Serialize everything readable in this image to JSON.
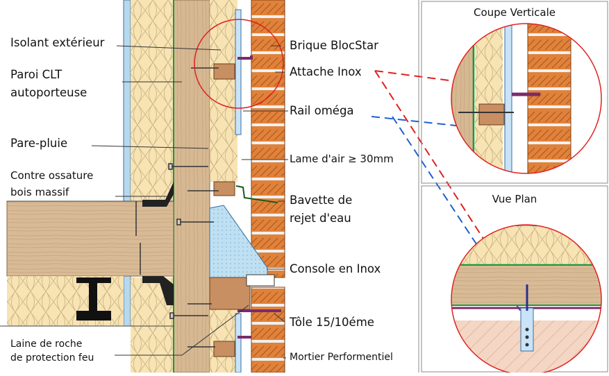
{
  "labels": {
    "isolant": "Isolant extérieur",
    "paroi_line1": "Paroi  CLT",
    "paroi_line2": "autoporteuse",
    "pare_pluie": "Pare-pluie",
    "contre_line1": "Contre ossature",
    "contre_line2": "bois massif",
    "laine_line1": "Laine de roche",
    "laine_line2": "de protection feu",
    "brique": "Brique BlocStar",
    "attache": "Attache Inox",
    "rail": "Rail oméga",
    "lame": "Lame d'air ≥ 30mm",
    "bavette_line1": "Bavette de",
    "bavette_line2": "rejet d'eau",
    "console": "Console en Inox",
    "tole": "Tôle 15/10éme",
    "mortier": "Mortier Performentiel"
  },
  "panels": {
    "coupe": "Coupe Verticale",
    "plan": "Vue Plan"
  },
  "colors": {
    "brick": "#e0823a",
    "mortar": "#e9e9e9",
    "insulation": "#f7e3b4",
    "wood": "#d6b892",
    "rail": "#c9e3f7",
    "steel_plate": "#7a2a6a",
    "membrane": "#1a9a3a",
    "callout_red": "#e02020",
    "callout_blue": "#2060d0"
  }
}
